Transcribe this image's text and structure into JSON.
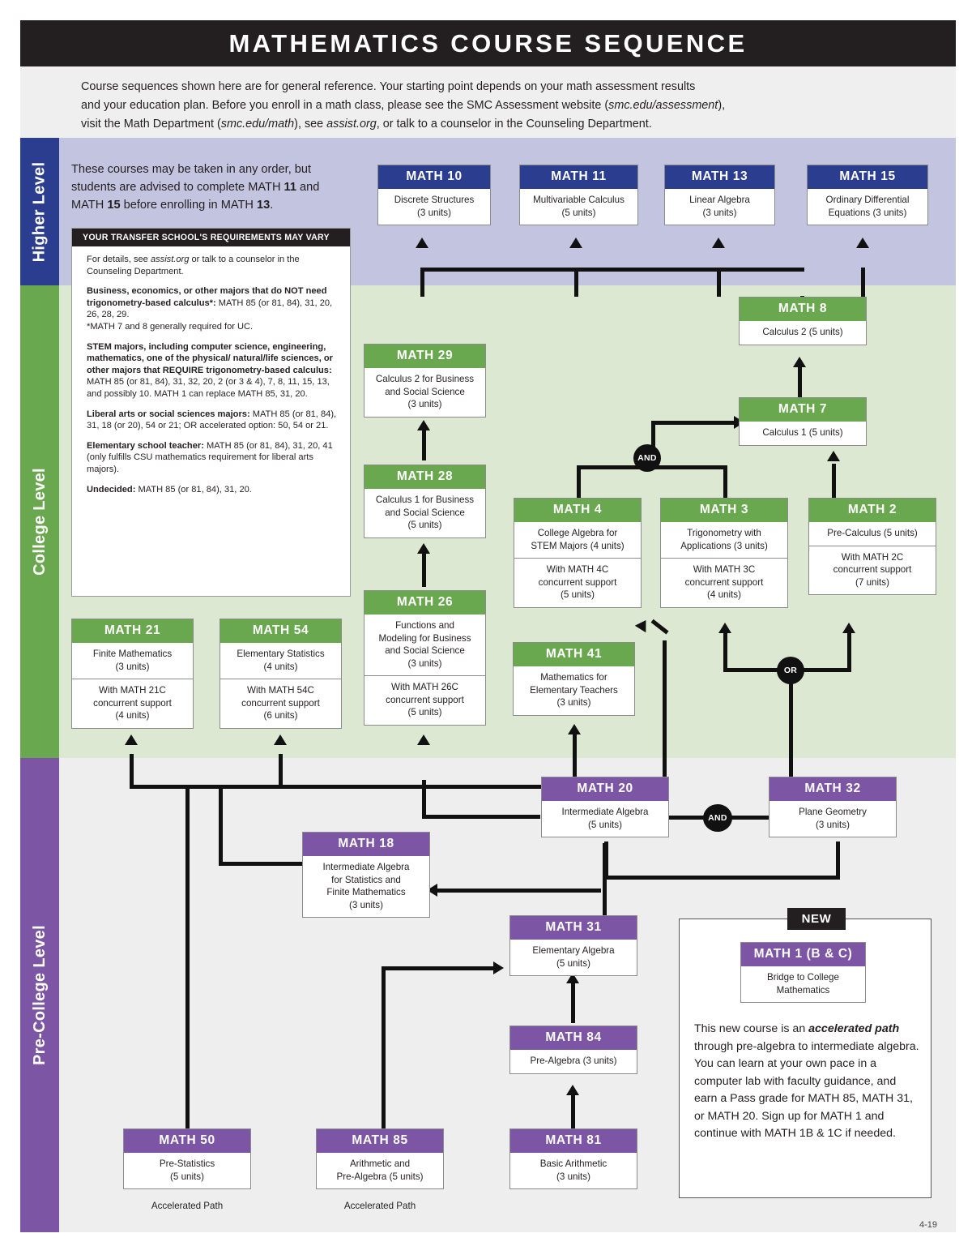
{
  "header": {
    "title": "MATHEMATICS COURSE SEQUENCE",
    "intro_line1": "Course sequences shown here are for general reference. Your starting point depends on your math assessment results",
    "intro_line2a": "and your education plan. Before you enroll in a math class, please see the SMC Assessment website (",
    "intro_link1": "smc.edu/assessment",
    "intro_line2b": "),",
    "intro_line3a": "visit the Math Department (",
    "intro_link2": "smc.edu/math",
    "intro_line3b": "), see ",
    "intro_link3": "assist.org",
    "intro_line3c": ", or talk to a counselor in the Counseling Department."
  },
  "levels": {
    "higher": "Higher Level",
    "college": "College Level",
    "precollege": "Pre-College Level"
  },
  "higher_note": {
    "part1": "These courses may be taken in any order, but students are advised to complete MATH ",
    "b1": "11",
    "part2": " and MATH ",
    "b2": "15",
    "part3": " before enrolling in MATH ",
    "b3": "13",
    "part4": "."
  },
  "notebox": {
    "heading": "YOUR TRANSFER SCHOOL'S REQUIREMENTS MAY VARY",
    "p1_a": "For details, see ",
    "p1_i": "assist.org",
    "p1_b": " or talk to a counselor in the Counseling Department.",
    "p2_bold": "Business, economics, or other majors that do NOT need trigonometry-based calculus*:",
    "p2_rest": " MATH 85 (or 81, 84), 31, 20, 26, 28, 29.",
    "p2_foot": "*MATH 7 and 8 generally required for UC.",
    "p3_bold": "STEM majors, including computer science, engineering, mathematics, one of the physical/ natural/life sciences, or other majors that REQUIRE trigonometry-based calculus:",
    "p3_rest": " MATH 85 (or 81, 84), 31, 32, 20, 2 (or 3 & 4), 7, 8, 11, 15, 13, and possibly 10. MATH 1 can replace MATH 85, 31, 20.",
    "p4_bold": "Liberal arts or social sciences majors:",
    "p4_rest": " MATH 85 (or 81, 84), 31, 18 (or 20), 54 or 21; OR accelerated option: 50, 54 or 21.",
    "p5_bold": "Elementary school teacher:",
    "p5_rest": " MATH 85 (or 81, 84), 31, 20, 41 (only fulfills CSU mathematics requirement for liberal arts majors).",
    "p6_bold": "Undecided:",
    "p6_rest": " MATH 85 (or 81, 84), 31, 20."
  },
  "newbox": {
    "tag": "NEW",
    "course_code": "MATH 1 (B & C)",
    "course_title_l1": "Bridge to College",
    "course_title_l2": "Mathematics",
    "text_a": "This new course is an ",
    "text_b": "accelerated path",
    "text_c": " through pre-algebra to intermediate algebra. You can learn at your own pace in a computer lab with faculty guidance, and earn a Pass grade for MATH 85, MATH 31, or MATH 20. Sign up for MATH 1 and continue with MATH 1B & 1C if needed."
  },
  "courses": {
    "m10": {
      "code": "MATH 10",
      "l1": "Discrete Structures",
      "l2": "(3 units)"
    },
    "m11": {
      "code": "MATH 11",
      "l1": "Multivariable Calculus",
      "l2": "(5 units)"
    },
    "m13": {
      "code": "MATH 13",
      "l1": "Linear Algebra",
      "l2": "(3 units)"
    },
    "m15": {
      "code": "MATH 15",
      "l1": "Ordinary Differential",
      "l2": "Equations  (3 units)"
    },
    "m8": {
      "code": "MATH 8",
      "l1": "Calculus 2  (5 units)"
    },
    "m7": {
      "code": "MATH 7",
      "l1": "Calculus 1  (5 units)"
    },
    "m29": {
      "code": "MATH 29",
      "l1": "Calculus 2 for Business",
      "l2": "and Social Science",
      "l3": "(3 units)"
    },
    "m28": {
      "code": "MATH 28",
      "l1": "Calculus 1 for Business",
      "l2": "and Social Science",
      "l3": "(5 units)"
    },
    "m26": {
      "code": "MATH 26",
      "l1": "Functions and",
      "l2": "Modeling for Business",
      "l3": "and Social Science",
      "l4": "(3 units)",
      "s1": "With MATH 26C",
      "s2": "concurrent support",
      "s3": "(5 units)"
    },
    "m4": {
      "code": "MATH 4",
      "l1": "College Algebra for",
      "l2": "STEM Majors  (4 units)",
      "s1": "With MATH 4C",
      "s2": "concurrent support",
      "s3": "(5 units)"
    },
    "m3": {
      "code": "MATH 3",
      "l1": "Trigonometry with",
      "l2": "Applications  (3 units)",
      "s1": "With MATH 3C",
      "s2": "concurrent support",
      "s3": "(4 units)"
    },
    "m2": {
      "code": "MATH 2",
      "l1": "Pre-Calculus  (5 units)",
      "s1": "With MATH 2C",
      "s2": "concurrent support",
      "s3": "(7 units)"
    },
    "m21": {
      "code": "MATH 21",
      "l1": "Finite Mathematics",
      "l2": "(3 units)",
      "s1": "With MATH 21C",
      "s2": "concurrent support",
      "s3": "(4 units)"
    },
    "m54": {
      "code": "MATH 54",
      "l1": "Elementary Statistics",
      "l2": "(4 units)",
      "s1": "With MATH 54C",
      "s2": "concurrent support",
      "s3": "(6 units)"
    },
    "m41": {
      "code": "MATH 41",
      "l1": "Mathematics for",
      "l2": "Elementary Teachers",
      "l3": "(3 units)"
    },
    "m20": {
      "code": "MATH 20",
      "l1": "Intermediate Algebra",
      "l2": "(5 units)"
    },
    "m32": {
      "code": "MATH 32",
      "l1": "Plane Geometry",
      "l2": "(3 units)"
    },
    "m18": {
      "code": "MATH 18",
      "l1": "Intermediate Algebra",
      "l2": "for Statistics and",
      "l3": "Finite Mathematics",
      "l4": "(3 units)"
    },
    "m31": {
      "code": "MATH 31",
      "l1": "Elementary Algebra",
      "l2": "(5 units)"
    },
    "m84": {
      "code": "MATH 84",
      "l1": "Pre-Algebra (3 units)"
    },
    "m50": {
      "code": "MATH 50",
      "l1": "Pre-Statistics",
      "l2": "(5 units)"
    },
    "m85": {
      "code": "MATH 85",
      "l1": "Arithmetic and",
      "l2": "Pre-Algebra  (5 units)"
    },
    "m81": {
      "code": "MATH 81",
      "l1": "Basic Arithmetic",
      "l2": "(3 units)"
    }
  },
  "logic_nodes": {
    "and1": "AND",
    "and2": "AND",
    "or1": "OR"
  },
  "captions": {
    "accel1": "Accelerated Path",
    "accel2": "Accelerated Path"
  },
  "page_number": "4-19",
  "colors": {
    "blue": "#2b3d8f",
    "green": "#6aa84f",
    "purple": "#7c55a4",
    "dark": "#231f20"
  }
}
